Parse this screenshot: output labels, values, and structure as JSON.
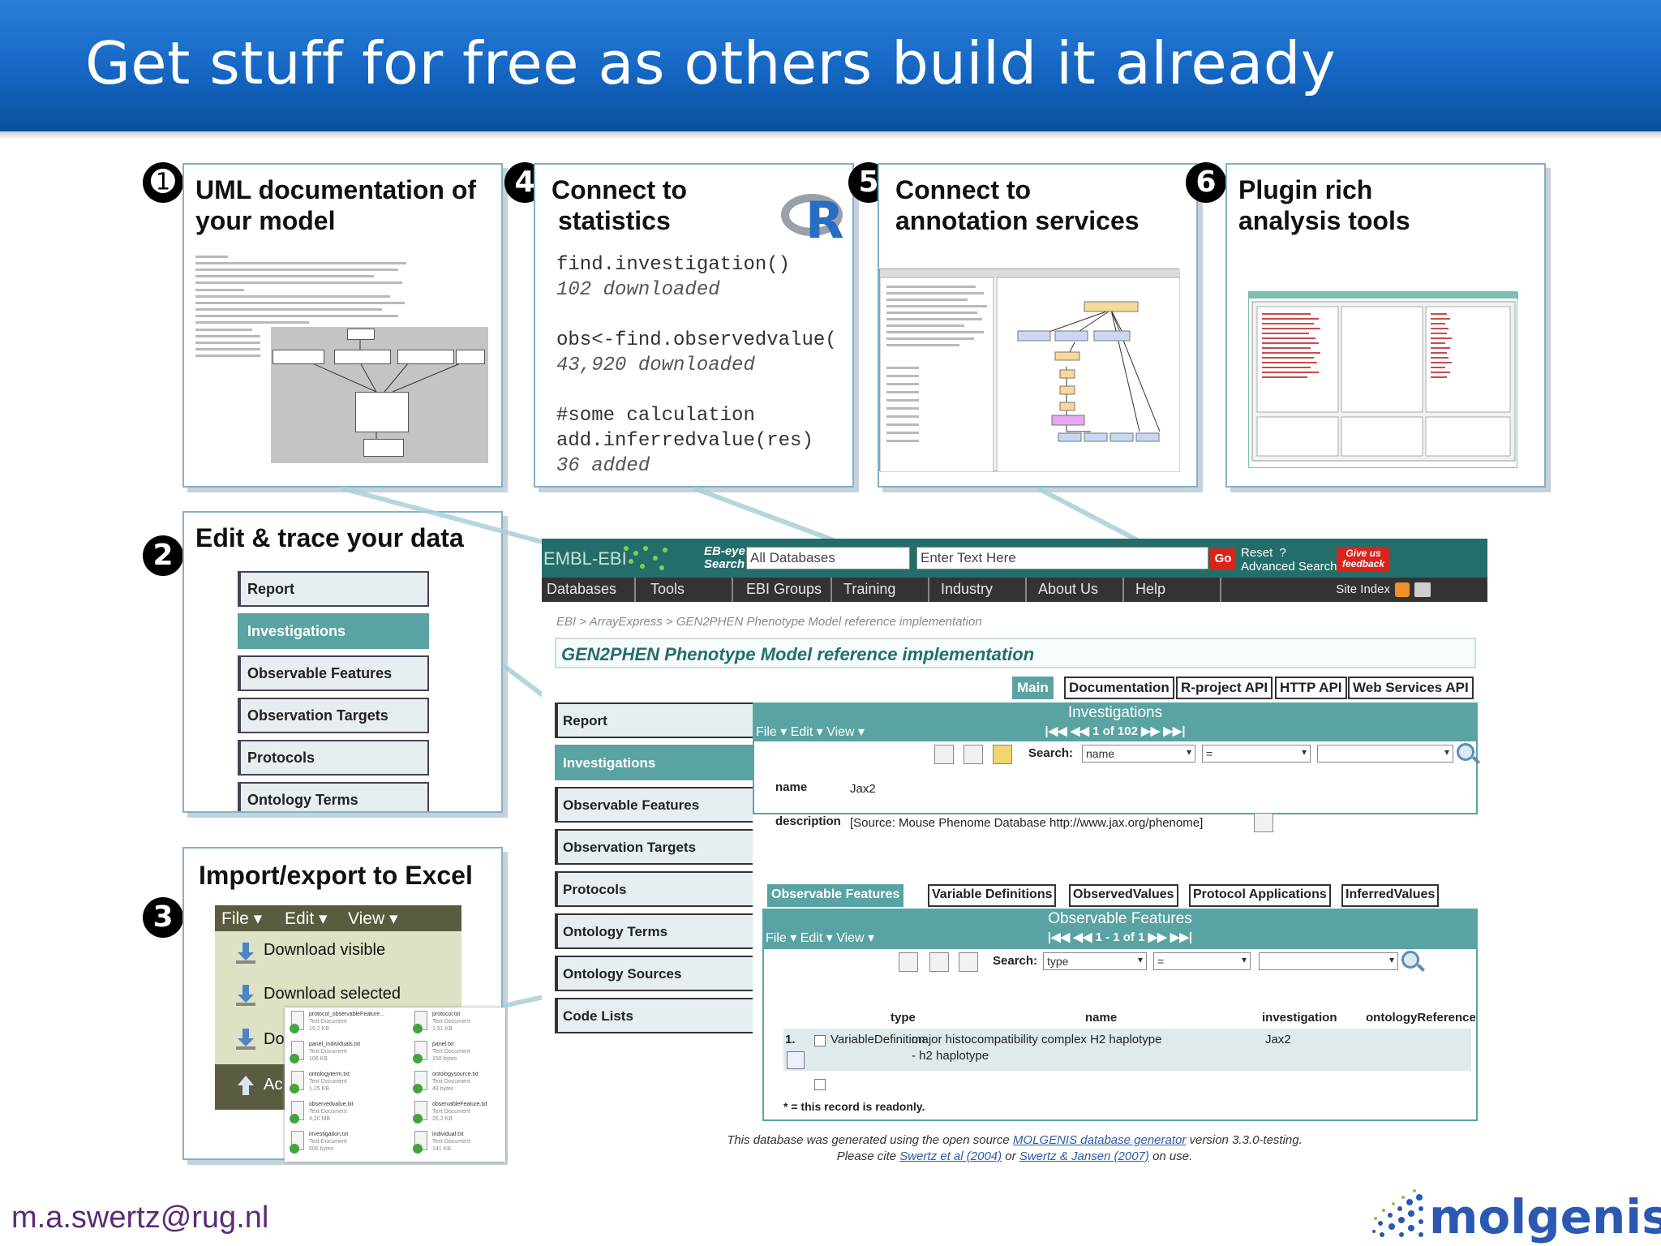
{
  "slide": {
    "title": "Get stuff for free as others build it already",
    "email": "m.a.swertz@rug.nl",
    "logo_text": "molgenis"
  },
  "panels": {
    "uml": {
      "badge": "➊",
      "title_line1": "UML documentation of",
      "title_line2": "your model"
    },
    "stats": {
      "badge": "4",
      "title_line1": "Connect to",
      "title_line2": "statistics",
      "code": [
        {
          "text": "find.investigation()",
          "kind": "cmd"
        },
        {
          "text": "102 downloaded",
          "kind": "out"
        },
        {
          "text": "",
          "kind": "gap"
        },
        {
          "text": "obs<-find.observedvalue(",
          "kind": "cmd"
        },
        {
          "text": "43,920 downloaded",
          "kind": "out"
        },
        {
          "text": "",
          "kind": "gap"
        },
        {
          "text": "#some calculation",
          "kind": "cmd"
        },
        {
          "text": "add.inferredvalue(res)",
          "kind": "cmd"
        },
        {
          "text": "36 added",
          "kind": "out"
        }
      ],
      "logo_letter": "R"
    },
    "annotation": {
      "badge": "5",
      "title_line1": "Connect to",
      "title_line2": "annotation services"
    },
    "plugins": {
      "badge": "6",
      "title_line1": "Plugin rich",
      "title_line2": "analysis tools"
    },
    "edit": {
      "badge": "2",
      "title": "Edit & trace your data",
      "items": [
        "Report",
        "Investigations",
        "Observable Features",
        "Observation Targets",
        "Protocols",
        "Ontology Terms"
      ]
    },
    "excel": {
      "badge": "3",
      "title": "Import/export to Excel",
      "menu": [
        "File ▾",
        "Edit ▾",
        "View ▾"
      ],
      "items": [
        "Download visible",
        "Download selected",
        "Do",
        "Ac"
      ],
      "files": [
        {
          "name": "protocol_observableFeature...",
          "type": "Text Document",
          "size": "15,2 KB"
        },
        {
          "name": "protocol.txt",
          "type": "Text Document",
          "size": "1,51 KB"
        },
        {
          "name": "panel_individuals.txt",
          "type": "Text Document",
          "size": "106 KB"
        },
        {
          "name": "panel.txt",
          "type": "Text Document",
          "size": "150 bytes"
        },
        {
          "name": "ontologyterm.txt",
          "type": "Text Document",
          "size": "1,25 KB"
        },
        {
          "name": "ontologysource.txt",
          "type": "Text Document",
          "size": "48 bytes"
        },
        {
          "name": "observedvalue.txt",
          "type": "Text Document",
          "size": "4,20 MB"
        },
        {
          "name": "observableFeature.txt",
          "type": "Text Document",
          "size": "26,2 KB"
        },
        {
          "name": "investigation.txt",
          "type": "Text Document",
          "size": "606 bytes"
        },
        {
          "name": "individual.txt",
          "type": "Text Document",
          "size": "141 KB"
        }
      ]
    }
  },
  "app": {
    "header": {
      "logo": "EMBL-EBI",
      "eb_search_line1": "EB-eye",
      "eb_search_line2": "Search",
      "db_select": "All Databases",
      "search_placeholder": "Enter Text Here",
      "go": "Go",
      "reset": "Reset",
      "help_icon": "?",
      "advanced": "Advanced Search",
      "feedback_line1": "Give us",
      "feedback_line2": "feedback"
    },
    "nav": [
      "Databases",
      "Tools",
      "EBI Groups",
      "Training",
      "Industry",
      "About Us",
      "Help"
    ],
    "site_index": "Site Index",
    "breadcrumb": "EBI > ArrayExpress > GEN2PHEN Phenotype Model reference implementation",
    "title": "GEN2PHEN Phenotype Model reference implementation",
    "tabs": [
      "Main",
      "Documentation",
      "R-project API",
      "HTTP API",
      "Web Services API"
    ],
    "sidebar": [
      "Report",
      "Investigations",
      "Observable Features",
      "Observation Targets",
      "Protocols",
      "Ontology Terms",
      "Ontology Sources",
      "Code Lists"
    ],
    "investigations": {
      "title": "Investigations",
      "menu": "File ▾ Edit ▾ View ▾",
      "pager": "|◀◀  ◀◀  1 of 102  ▶▶  ▶▶|",
      "search_label": "Search:",
      "search_field": "name",
      "search_op": "=",
      "name_label": "name",
      "name_value": "Jax2",
      "desc_label": "description",
      "desc_value": "[Source: Mouse Phenome Database http://www.jax.org/phenome]"
    },
    "subtabs": [
      "Observable Features",
      "Variable Definitions",
      "ObservedValues",
      "Protocol Applications",
      "InferredValues"
    ],
    "features": {
      "title": "Observable Features",
      "menu": "File ▾ Edit ▾ View ▾",
      "pager": "|◀◀  ◀◀  1 - 1 of 1  ▶▶  ▶▶|",
      "search_label": "Search:",
      "search_field": "type",
      "search_op": "=",
      "columns": [
        "type",
        "name",
        "investigation",
        "ontologyReference"
      ],
      "row": {
        "num": "1.",
        "type": "VariableDefinition",
        "name_line1": "major histocompatibility complex H2 haplotype",
        "name_line2": "- h2 haplotype",
        "investigation": "Jax2"
      },
      "readonly_note": "* = this record is readonly."
    },
    "footer": {
      "l1_pre": "This database was generated using the open source ",
      "l1_link": "MOLGENIS database generator",
      "l1_post": " version 3.3.0-testing.",
      "l2_pre": "Please cite ",
      "l2_link1": "Swertz et al (2004)",
      "l2_mid": " or ",
      "l2_link2": "Swertz & Jansen (2007)",
      "l2_post": " on use."
    }
  },
  "colors": {
    "title_band": "#1466c2",
    "ebi_teal": "#236e6b",
    "panel_teal": "#5aa3a3",
    "email_purple": "#5b2b7a",
    "logo_blue": "#2a58b3"
  }
}
